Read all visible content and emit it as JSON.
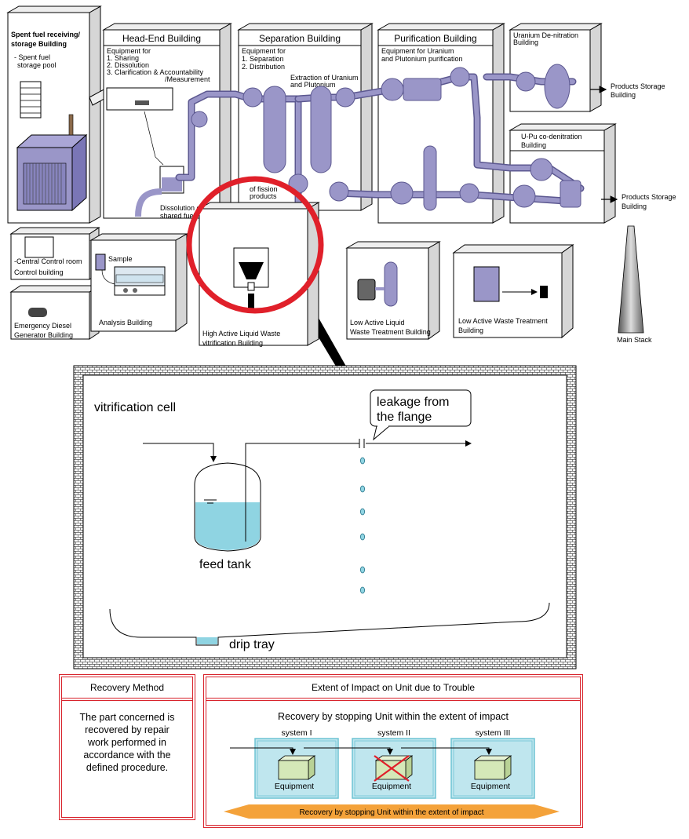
{
  "buildings": {
    "receiving": {
      "title_line1": "Spent fuel receiving/",
      "title_line2": "storage Building",
      "sub1": "- Spent fuel",
      "sub2": "storage pool"
    },
    "headend": {
      "title": "Head-End Building",
      "l1": "Equipment for",
      "l2": "1. Sharing",
      "l3": "2. Dissolution",
      "l4": "3. Clarification & Accountability",
      "l5": "/Measurement",
      "b1": "Dissolution of",
      "b2": "shared fuel"
    },
    "separation": {
      "title": "Separation Building",
      "l1": "Equipment for",
      "l2": "1. Separation",
      "l3": "2. Distribution",
      "l4": "Extraction of Uranium",
      "l5": "and Plutonium",
      "b1": "of fission",
      "b2": "products"
    },
    "purification": {
      "title": "Purification Building",
      "l1": "Equipment for Uranium",
      "l2": "and Plutonium purification"
    },
    "uranium": {
      "title_line1": "Uranium De-nitration",
      "title_line2": "Building"
    },
    "upu": {
      "title_line1": "U-Pu co-denitration",
      "title_line2": "Building"
    },
    "products1": {
      "line1": "Products Storage",
      "line2": "Building"
    },
    "products2": {
      "line1": "Products Storage",
      "line2": "Building"
    },
    "control": {
      "line1": "-Central Control room",
      "line2": "Control building"
    },
    "diesel": {
      "line1": "Emergency Diesel",
      "line2": "Generator Building"
    },
    "analysis": {
      "sample": "Sample",
      "label": "Analysis Building"
    },
    "vitrification": {
      "line1": "High Active Liquid Waste",
      "line2": "vitrification Building"
    },
    "lowliquid": {
      "line1": "Low Active Liquid",
      "line2": "Waste Treatment Building"
    },
    "lowwaste": {
      "line1": "Low Active Waste Treatment",
      "line2": "Building"
    },
    "stack": {
      "label": "Main Stack"
    }
  },
  "cell": {
    "title": "vitrification cell",
    "callout_line1": "leakage from",
    "callout_line2": "the flange",
    "tank_label": "feed tank",
    "tray_label": "drip tray",
    "drop_count": 6
  },
  "recovery_method": {
    "title": "Recovery Method",
    "lines": [
      "The part concerned is",
      "recovered by repair",
      "work performed in",
      "accordance with the",
      "defined procedure."
    ]
  },
  "extent": {
    "title": "Extent of Impact on Unit due to Trouble",
    "heading": "Recovery by stopping Unit within the extent of impact",
    "systems": [
      {
        "label": "system I",
        "equipment": "Equipment",
        "failed": false
      },
      {
        "label": "system II",
        "equipment": "Equipment",
        "failed": true
      },
      {
        "label": "system III",
        "equipment": "Equipment",
        "failed": false
      }
    ],
    "banner": "Recovery by stopping Unit within the extent of impact"
  },
  "colors": {
    "pipe": "#9a96c8",
    "pipe_edge": "#5c5890",
    "box_face": "#ffffff",
    "box_side": "#d6d6d6",
    "red_circle": "#e0202a",
    "liquid": "#8fd4e2",
    "system_bg": "#bfe6ee",
    "equipment": "#d5e8b8",
    "banner": "#f4a23a"
  }
}
